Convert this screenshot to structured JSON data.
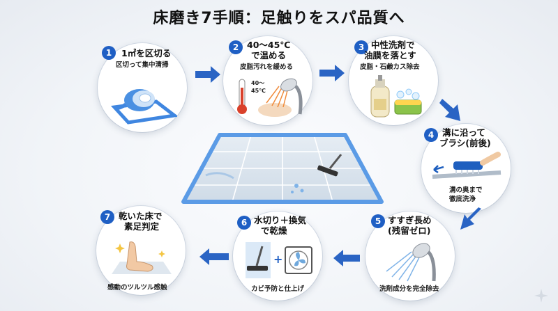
{
  "title": "床磨き7手順：足触りをスパ品質へ",
  "colors": {
    "accent": "#1f5fc4",
    "arrow": "#2a64c4",
    "tape": "#5b9be6"
  },
  "steps": [
    {
      "num": "1",
      "title": "1㎡を区切る",
      "sub": "区切って集中清掃",
      "icon": "tape-roll-icon"
    },
    {
      "num": "2",
      "title_lines": [
        "40〜45℃",
        "で温める"
      ],
      "sub": "皮脂汚れを緩める",
      "label_lines": [
        "40〜",
        "45℃"
      ],
      "icon": "shower-head-icon"
    },
    {
      "num": "3",
      "title_lines": [
        "中性洗剤で",
        "油膜を落とす"
      ],
      "sub": "皮脂・石鹸カス除去",
      "icon": "detergent-bottle-icon"
    },
    {
      "num": "4",
      "title_lines": [
        "溝に沿って",
        "ブラシ(前後)"
      ],
      "sub_lines": [
        "溝の奥まで",
        "徹底洗浄"
      ],
      "icon": "brush-icon"
    },
    {
      "num": "5",
      "title_lines": [
        "すすぎ長め",
        "(残留ゼロ)"
      ],
      "sub": "洗剤成分を完全除去",
      "icon": "shower-head-icon"
    },
    {
      "num": "6",
      "title_lines": [
        "水切り＋換気",
        "で乾燥"
      ],
      "plus": "+",
      "sub": "カビ予防と仕上げ",
      "icon": "squeegee-icon"
    },
    {
      "num": "7",
      "title_lines": [
        "乾いた床で",
        "素足判定"
      ],
      "sub": "感動のツルツル感触",
      "icon": "bare-foot-icon"
    }
  ]
}
